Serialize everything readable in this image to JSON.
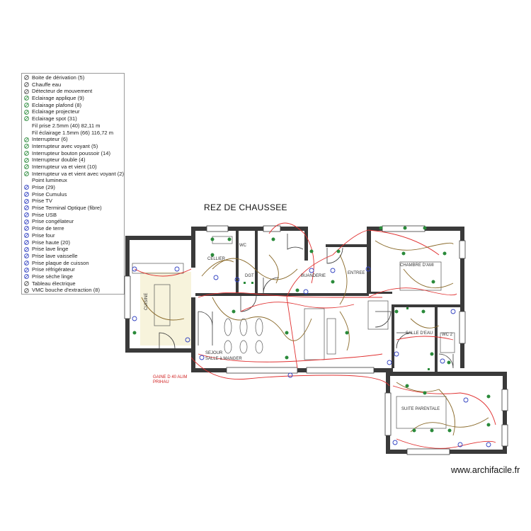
{
  "title": "REZ DE CHAUSSEE",
  "watermark": "www.archifacile.fr",
  "legend": [
    {
      "label": "Boite de dérivation (5)",
      "icon": "junction-box-icon"
    },
    {
      "label": "Chauffe eau",
      "icon": "water-heater-icon"
    },
    {
      "label": "Détecteur de mouvement",
      "icon": "motion-detector-icon"
    },
    {
      "label": "Eclairage applique (9)",
      "icon": "wall-light-icon"
    },
    {
      "label": "Eclairage plafond (8)",
      "icon": "ceiling-light-icon"
    },
    {
      "label": "Eclairage projecteur",
      "icon": "projector-light-icon"
    },
    {
      "label": "Eclairage spot (31)",
      "icon": "spot-light-icon"
    },
    {
      "label": "Fil prise 2.5mm (40) 82,11 m",
      "icon": ""
    },
    {
      "label": "Fil éclairage 1.5mm (66) 116,72 m",
      "icon": ""
    },
    {
      "label": "Interrupteur (6)",
      "icon": "switch-icon"
    },
    {
      "label": "Interrupteur avec voyant (5)",
      "icon": "switch-light-icon"
    },
    {
      "label": "Interrupteur bouton poussoir (14)",
      "icon": "push-button-icon"
    },
    {
      "label": "Interrupteur double (4)",
      "icon": "double-switch-icon"
    },
    {
      "label": "Interrupteur va et vient (10)",
      "icon": "two-way-switch-icon"
    },
    {
      "label": "Interrupteur va et vient avec voyant (2)",
      "icon": "two-way-switch-light-icon"
    },
    {
      "label": "Point lumineux",
      "icon": ""
    },
    {
      "label": "Prise (29)",
      "icon": "socket-icon"
    },
    {
      "label": "Prise Cumulus",
      "icon": "socket-cumulus-icon"
    },
    {
      "label": "Prise TV",
      "icon": "socket-tv-icon"
    },
    {
      "label": "Prise Terminal Optique (fibre)",
      "icon": "socket-fiber-icon"
    },
    {
      "label": "Prise USB",
      "icon": "socket-usb-icon"
    },
    {
      "label": "Prise congélateur",
      "icon": "socket-freezer-icon"
    },
    {
      "label": "Prise de terre",
      "icon": "socket-earth-icon"
    },
    {
      "label": "Prise four",
      "icon": "socket-oven-icon"
    },
    {
      "label": "Prise haute (20)",
      "icon": "socket-high-icon"
    },
    {
      "label": "Prise lave linge",
      "icon": "socket-washer-icon"
    },
    {
      "label": "Prise lave vaisselle",
      "icon": "socket-dishwasher-icon"
    },
    {
      "label": "Prise plaque de cuisson",
      "icon": "socket-hob-icon"
    },
    {
      "label": "Prise réfrigérateur",
      "icon": "socket-fridge-icon"
    },
    {
      "label": "Prise sèche linge",
      "icon": "socket-dryer-icon"
    },
    {
      "label": "Tableau électrique",
      "icon": "electrical-panel-icon"
    },
    {
      "label": "VMC bouche d'extraction (8)",
      "icon": "vmc-icon"
    }
  ],
  "rooms": {
    "cellier": "CELLIER",
    "wc": "WC",
    "dgt": "DGT",
    "buanderie": "BUANDERIE",
    "entree": "ENTREE",
    "chambre_ami": "CHAMBRE D'AMI",
    "cuisine": "CUISINE",
    "sejour": "SEJOUR",
    "salle_manger": "SALLE à MANGER",
    "salle_eau": "SALLE D'EAU",
    "suite_parentale": "SUITE PARENTALE",
    "wc2": "WC 2"
  },
  "gaine": [
    "GAINE D 40 ALIM",
    "PRIHAU"
  ],
  "colors": {
    "wall": "#3a3a3a",
    "wire_power": "#e03030",
    "wire_light": "#8a6a2a",
    "switch_green": "#2a8a3a",
    "socket_blue": "#3040c0",
    "kitchen_fill": "#f7f3dc"
  }
}
